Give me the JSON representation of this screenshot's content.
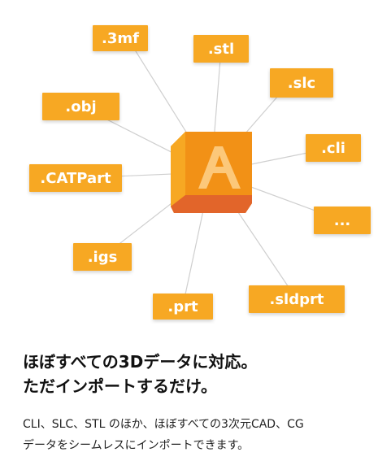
{
  "file_formats": [
    ".3mf",
    ".stl",
    ".slc",
    ".obj",
    ".cli",
    ".CATPart",
    "...",
    ".igs",
    ".sldprt",
    ".prt"
  ],
  "logo": {
    "icon": "app-logo-icon",
    "colors": [
      "#f7a823",
      "#f29116",
      "#e2652a",
      "#fcc87a"
    ]
  },
  "headline": {
    "line1": "ほぼすべての3Dデータに対応。",
    "line2": "ただインポートするだけ。"
  },
  "body": {
    "line1": "CLI、SLC、STL のほか、ほぼすべての3次元CAD、CG",
    "line2": "データをシームレスにインポートできます。"
  },
  "colors": {
    "accent": "#f7a823",
    "line": "#cfcfcf",
    "text": "#111111"
  }
}
